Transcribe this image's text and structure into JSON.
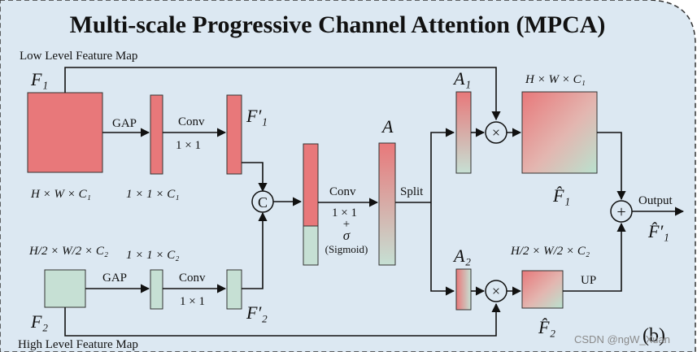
{
  "title": "Multi-scale Progressive Channel Attention (MPCA)",
  "labels": {
    "low_level": "Low Level Feature Map",
    "high_level": "High Level Feature Map",
    "f1": "F₁",
    "f2": "F₂",
    "f1_prime": "F′₁",
    "f2_prime": "F′₂",
    "a": "A",
    "a1": "A₁",
    "a2": "A₂",
    "f1_hat": "F̂₁",
    "f2_hat": "F̂₂",
    "f1_hat_prime": "F̂′₁",
    "gap_top": "GAP",
    "gap_bottom": "GAP",
    "conv_top": "Conv",
    "conv_top_k": "1 × 1",
    "conv_bottom": "Conv",
    "conv_bottom_k": "1 × 1",
    "conv_mid": "Conv",
    "conv_mid_k": "1 × 1",
    "plus_small": "+",
    "sigma": "σ",
    "sigmoid": "(Sigmoid)",
    "split": "Split",
    "up": "UP",
    "output": "Output",
    "concat": "C",
    "multiply": "×",
    "add": "+",
    "panel": "(b)",
    "watermark": "CSDN @ngW_Xuan"
  },
  "dims": {
    "hwc1_bottom": "H  × W × C₁",
    "c1x1_top": "1 × 1 × C₁",
    "c1x1_bottom": "1 × 1 × C₂",
    "hwc1_top": "H  × W × C₁",
    "hw2c2_left": "H/2 × W/2 × C₂",
    "hw2c2_right": "H/2 × W/2 × C₂"
  },
  "colors": {
    "background": "#dce8f2",
    "red": "#e8787a",
    "green": "#c6e0d4",
    "line": "#111111"
  }
}
